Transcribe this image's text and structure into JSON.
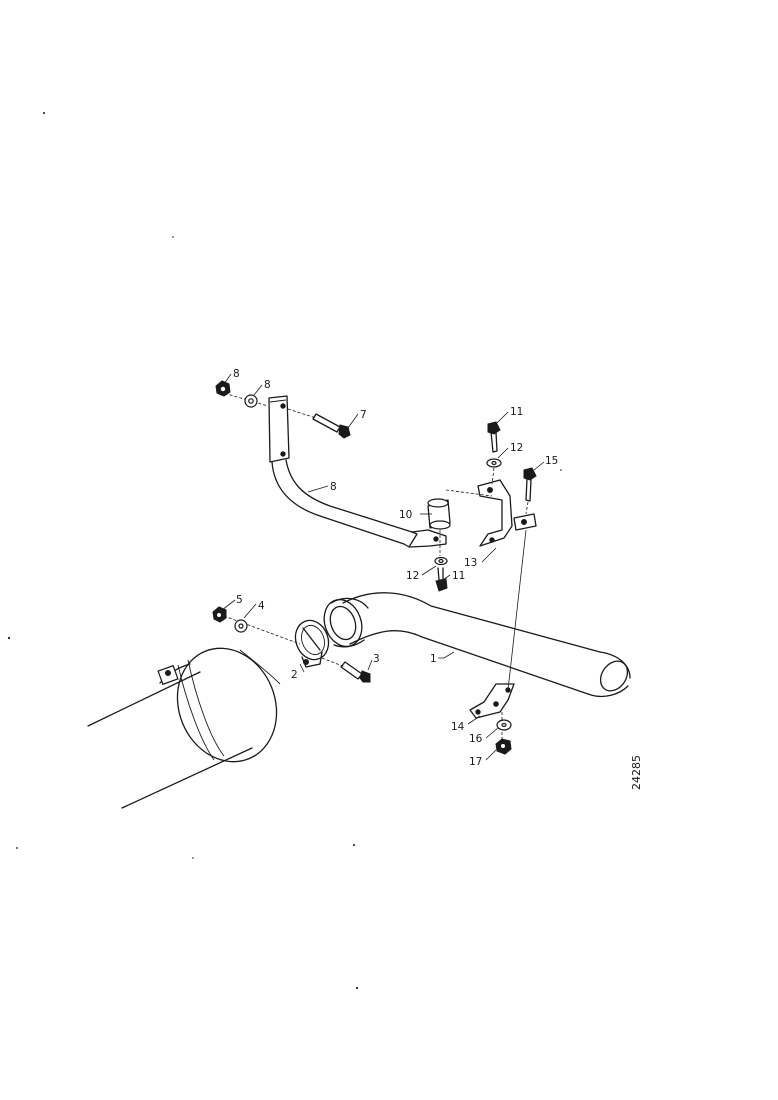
{
  "drawing_code": "24285",
  "callouts": {
    "c1": "1",
    "c2": "2",
    "c3": "3",
    "c4": "4",
    "c5": "5",
    "c6a": "8",
    "c6b": "8",
    "c7": "7",
    "c8": "8",
    "c10": "10",
    "c11a": "11",
    "c12a": "12",
    "c11b": "11",
    "c12b": "12",
    "c13": "13",
    "c14": "14",
    "c15": "15",
    "c16": "16",
    "c17": "17"
  }
}
